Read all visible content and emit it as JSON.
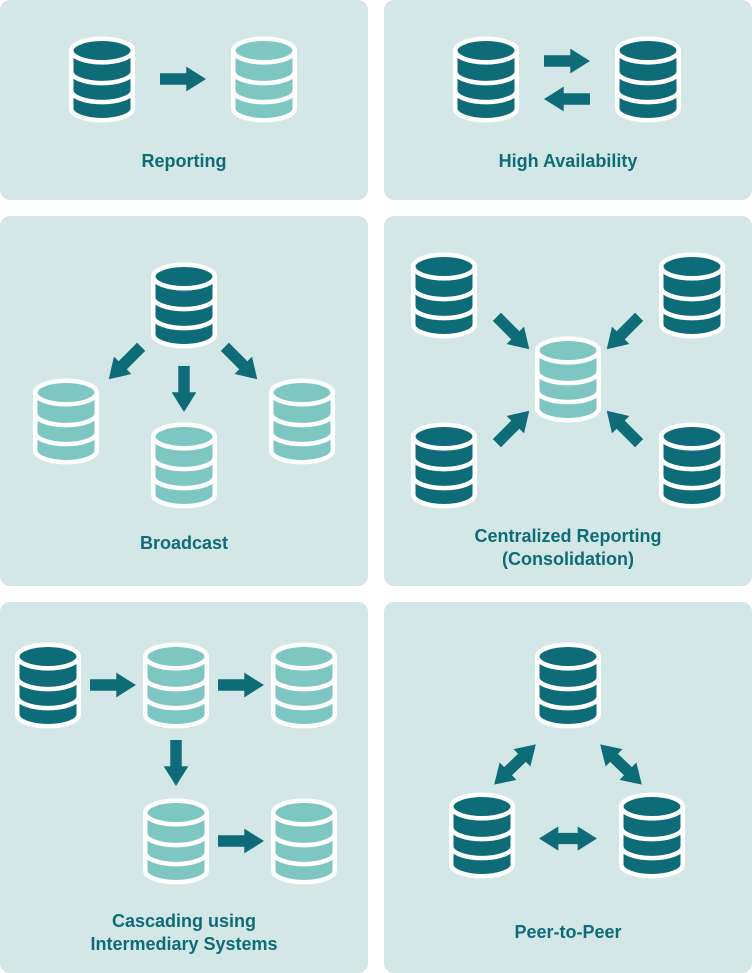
{
  "colors": {
    "page_bg": "#ffffff",
    "panel_bg": "#d3e7e7",
    "database_dark": "#0e6b78",
    "database_light": "#7dc6c1",
    "arrow": "#0e6b78",
    "label_text": "#0e6b78"
  },
  "panels": [
    {
      "id": "reporting",
      "label": "Reporting",
      "dark_databases": 1,
      "light_databases": 1,
      "arrows": "one-way from source to target"
    },
    {
      "id": "high-availability",
      "label": "High Availability",
      "dark_databases": 2,
      "light_databases": 0,
      "arrows": "two-way between both databases"
    },
    {
      "id": "broadcast",
      "label": "Broadcast",
      "dark_databases": 1,
      "light_databases": 3,
      "arrows": "one source fanning out to three targets"
    },
    {
      "id": "centralized-reporting",
      "label": "Centralized Reporting (Consolidation)",
      "dark_databases": 4,
      "light_databases": 1,
      "arrows": "four sources converging into one central target"
    },
    {
      "id": "cascading",
      "label": "Cascading using Intermediary Systems",
      "dark_databases": 1,
      "light_databases": 4,
      "arrows": "chain source to intermediary to targets"
    },
    {
      "id": "peer-to-peer",
      "label": "Peer-to-Peer",
      "dark_databases": 3,
      "light_databases": 0,
      "arrows": "two-way between all three peers"
    }
  ]
}
